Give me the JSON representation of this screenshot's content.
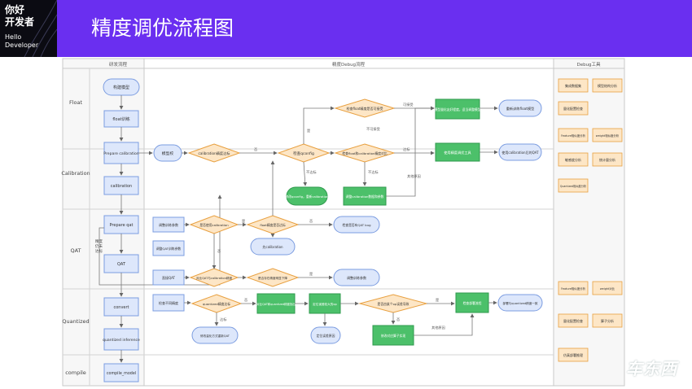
{
  "header": {
    "logo_line1": "你好",
    "logo_line2": "开发者",
    "logo_line3": "Hello",
    "logo_line4": "Developer",
    "title": "精度调优流程图"
  },
  "columns": {
    "left": "研发流程",
    "middle": "精度Debug流程",
    "right": "Debug工具"
  },
  "stages": [
    "Float",
    "Calibration",
    "QAT",
    "Quantized",
    "compile"
  ],
  "flow_nodes": {
    "n_train": "构建模型",
    "n_float": "float训练",
    "n_prepare": "Prepare calibration",
    "n_calib": "calibration",
    "n_prepqat": "Prepare qat",
    "n_qat": "QAT",
    "n_convert": "convert",
    "n_quant_inf": "quantized inference",
    "n_compile": "compile_model"
  },
  "side_label": "精度\n仍未\n达标",
  "debug_nodes": {
    "d_start": "模型校",
    "d_calib_ok": "calibration精度达标",
    "d_qconfig": "检查qconfig",
    "d_float_ok": "检查float精度是否可接受",
    "d_float_fix": "检查模型量化友好程度，适当调整模型结构",
    "d_float_retrain": "重新训练float模型",
    "d_calib_ok2": "检查float和calibration精度对比",
    "d_calib_fix": "使用精度调优工具",
    "d_calib_res": "使用calibration后的QAT",
    "d_qconfig_ok": "修改qconfig，重新calibration",
    "d_tune": "调整calibration数据和参数",
    "d_qat_cmp": "调整训练参数",
    "d_qat_ok1": "是否使用calibration",
    "d_qat_ok2": "float精度是否达标",
    "d_qat_bad": "检查是否有QAT bug",
    "d_qat_tune": "调整QAT训练参数",
    "d_qat_calib": "先calibration",
    "d_qat_noc": "直接QAT",
    "d_qat_other": "对比QAT与calibration精度",
    "d_qat_tips": "是否存在精度明显下降",
    "d_qat_final": "调整训练参数",
    "d_quant_start": "检查不同精度",
    "d_quant_ok": "quantized精度达标",
    "d_quant_cmp": "逐层对比QAT和quantized精度找出误差",
    "d_quant_fix": "修改量化方式重新QAT",
    "d_quant_deploy": "定位误差较大的op",
    "d_quant_q": "是否由某个op误差导致",
    "d_quant_fix2": "修改对应算子实现",
    "d_quant_ok2": "定位误差原因",
    "d_quant_final": "检查部署流程",
    "d_quant_drop": "部署与quantized精度一致"
  },
  "edge_labels": {
    "yes": "是",
    "no": "否",
    "yes2": "达标",
    "no2": "不达标",
    "accept": "可接受",
    "reject": "不可接受",
    "other": "其他原因"
  },
  "tools": [
    "集成数据集",
    "模型结构分析",
    "量化配置检查",
    "Feature相似度分析",
    "weight相似度分析",
    "敏感度分析",
    "统计量分析",
    "Quantized相似度分析",
    "weight对比",
    "量化配置检查",
    "算子分析",
    "仿真部署推理"
  ],
  "watermark": "车东西"
}
